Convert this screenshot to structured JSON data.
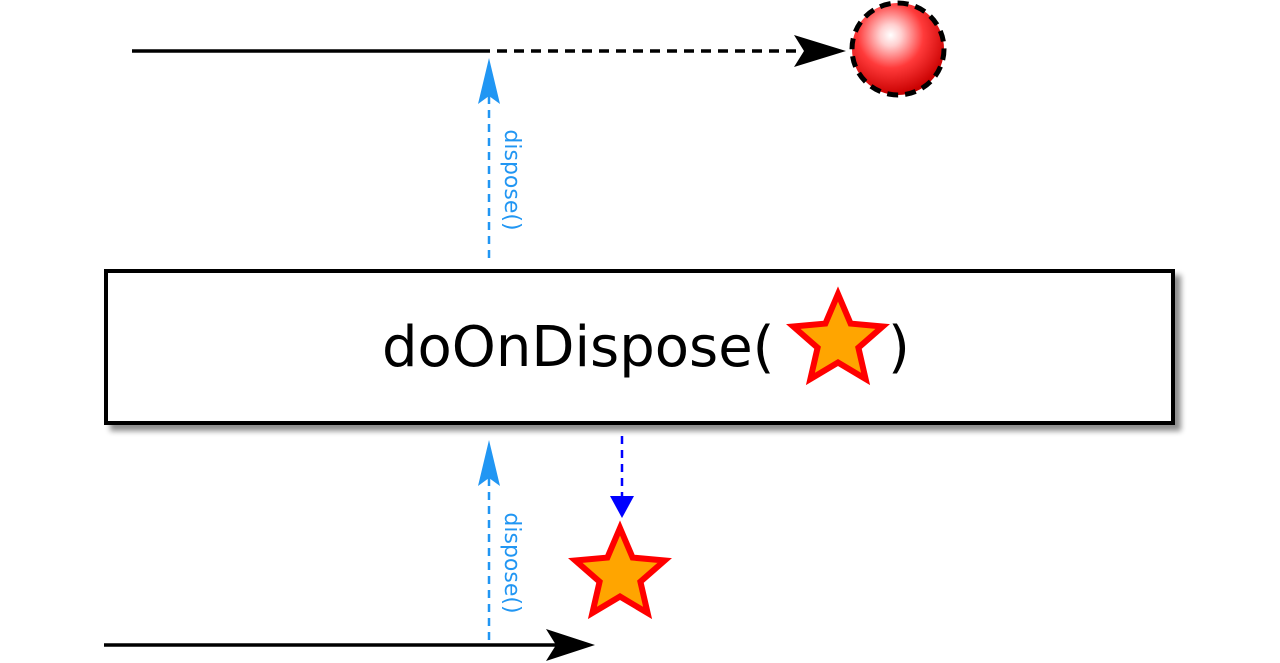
{
  "operator": {
    "name": "doOnDispose(",
    "close": ")",
    "action_icon": "star-icon"
  },
  "source_observable": {
    "emitted_item_icon": "star-icon"
  },
  "result_observable": {
    "terminal_item_icon": "red-ball-icon"
  },
  "dispose_labels": {
    "upstream": "dispose()",
    "downstream": "dispose()"
  },
  "colors": {
    "line": "#000000",
    "dispose_arrow": "#2196f3",
    "action_arrow": "#0000ff",
    "star_fill": "#ffa500",
    "star_stroke": "#ff0000",
    "ball_highlight": "#ffd6d6",
    "ball_fill": "#ff2a2a",
    "ball_dark": "#c80000"
  }
}
